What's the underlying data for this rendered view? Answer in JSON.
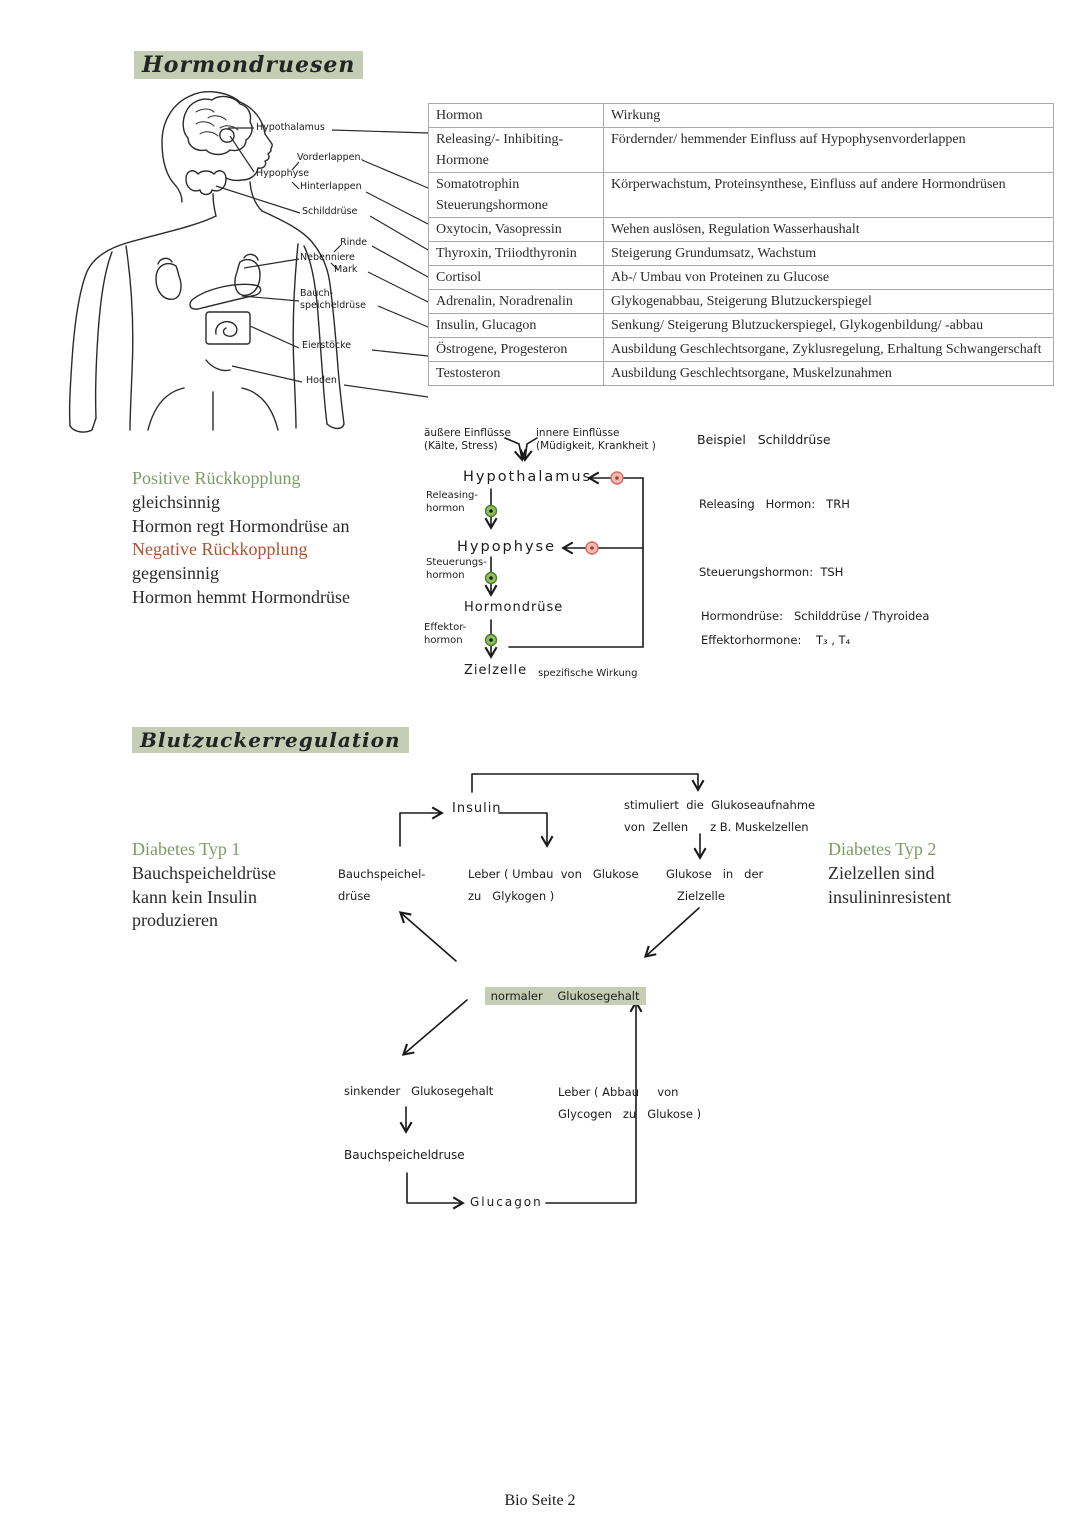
{
  "colors": {
    "highlight": "#c6cdb5",
    "accent_green": "#7d9b63",
    "accent_red": "#b5502f",
    "plus_circle": "#8fbf5f",
    "minus_circle": "#f2b9b4"
  },
  "section_hormones": {
    "title": "Hormondruesen",
    "body_labels": {
      "hypothalamus": "Hypothalamus",
      "vorderlappen": "Vorderlappen.",
      "hypophyse": "Hypophyse",
      "hinterlappen": "Hinterlappen",
      "schilddruese": "Schilddrüse",
      "rinde": "Rinde",
      "nebenniere": "Nebenniere",
      "mark": "Mark",
      "bauchspeicheldruese": "Bauch-\nspeicheldrüse",
      "eierstoecke": "Eierstöcke",
      "hoden": "Hoden"
    },
    "hormone_table": {
      "headers": [
        "Hormon",
        "Wirkung"
      ],
      "rows": [
        [
          "Releasing/- Inhibiting-Hormone",
          "Fördernder/ hemmender Einfluss auf Hypophysenvorderlappen"
        ],
        [
          "Somatotrophin Steuerungshormone",
          "Körperwachstum, Proteinsynthese, Einfluss auf andere Hormondrüsen"
        ],
        [
          "Oxytocin, Vasopressin",
          "Wehen auslösen, Regulation Wasserhaushalt"
        ],
        [
          "Thyroxin, Triiodthyronin",
          "Steigerung Grundumsatz, Wachstum"
        ],
        [
          "Cortisol",
          "Ab-/ Umbau von Proteinen zu Glucose"
        ],
        [
          "Adrenalin, Noradrenalin",
          "Glykogenabbau, Steigerung Blutzuckerspiegel"
        ],
        [
          "Insulin, Glucagon",
          "Senkung/ Steigerung Blutzuckerspiegel, Glykogenbildung/ -abbau"
        ],
        [
          "Östrogene, Progesteron",
          "Ausbildung Geschlechtsorgane, Zyklusregelung, Erhaltung Schwangerschaft"
        ],
        [
          "Testosteron",
          "Ausbildung Geschlechtsorgane, Muskelzunahmen"
        ]
      ]
    }
  },
  "feedback_diagram": {
    "influences_left": "äußere Einflüsse\n(Kälte, Stress)",
    "influences_right": "innere Einflüsse\n(Müdigkeit, Krankheit )",
    "hypothalamus": "Hypothalamus",
    "releasing_hormon": "Releasing-\nhormon",
    "hypophyse": "Hypophyse",
    "steuerungs_hormon": "Steuerungs-\nhormon",
    "hormondruese": "Hormondrüse",
    "effektor_hormon": "Effektor-\nhormon",
    "zielzelle": "Zielzelle",
    "spezifische_wirkung": "spezifische Wirkung"
  },
  "thyroid_example": {
    "title": "Beispiel   Schilddrüse",
    "releasing": "Releasing   Hormon:   TRH",
    "steuerung": "Steuerungshormon:  TSH",
    "hormondruese": "Hormondrüse:   Schilddrüse / Thyroidea",
    "effektor": "Effektorhormone:    T₃ , T₄"
  },
  "rueckkopplung": {
    "pos_title": "Positive Rückkopplung",
    "pos_line1": "gleichsinnig",
    "pos_line2": "Hormon regt Hormondrüse an",
    "neg_title": "Negative Rückkopplung",
    "neg_line1": "gegensinnig",
    "neg_line2": "Hormon hemmt Hormondrüse"
  },
  "section_glucose": {
    "title": "Blutzuckerregulation",
    "diabetes1_title": "Diabetes Typ 1",
    "diabetes1_text": "Bauchspeicheldrüse\nkann kein Insulin\nproduzieren",
    "diabetes2_title": "Diabetes Typ 2",
    "diabetes2_text": "Zielzellen sind\ninsulininresistent",
    "flow": {
      "insulin": "Insulin",
      "stimuliert": "stimuliert  die  Glukoseaufnahme\nvon  Zellen      z B. Muskelzellen",
      "bauchspeicheldruese": "Bauchspeichel-\ndrüse",
      "leber_umbau": "Leber ( Umbau  von   Glukose\nzu   Glykogen )",
      "glukose_zielzelle": "Glukose   in   der\n   Zielzelle",
      "normaler": "normaler    Glukosegehalt",
      "sinkender": "sinkender   Glukosegehalt",
      "bauchspeicheldruese2": "Bauchspeicheldruse",
      "glucagon": "Glucagon",
      "leber_abbau": "Leber ( Abbau     von\nGlycogen   zu   Glukose )"
    }
  },
  "footer": "Bio Seite 2"
}
